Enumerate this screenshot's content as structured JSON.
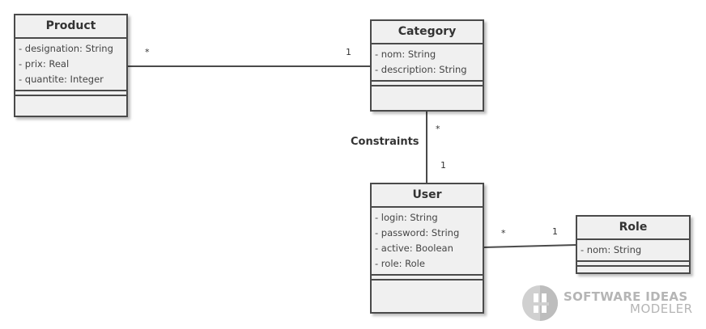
{
  "classes": {
    "product": {
      "name": "Product",
      "attributes": [
        "- designation: String",
        "- prix: Real",
        "- quantite: Integer"
      ]
    },
    "category": {
      "name": "Category",
      "attributes": [
        "- nom: String",
        "- description: String"
      ]
    },
    "user": {
      "name": "User",
      "attributes": [
        "- login: String",
        "- password: String",
        "- active: Boolean",
        "- role: Role"
      ]
    },
    "role": {
      "name": "Role",
      "attributes": [
        "- nom: String"
      ]
    }
  },
  "associations": {
    "product_category": {
      "product_end": "*",
      "category_end": "1"
    },
    "category_user": {
      "name": "Constraints",
      "category_end": "*",
      "user_end": "1"
    },
    "user_role": {
      "user_end": "*",
      "role_end": "1"
    }
  },
  "branding": {
    "line1": "SOFTWARE IDEAS",
    "line2": "MODELER"
  }
}
